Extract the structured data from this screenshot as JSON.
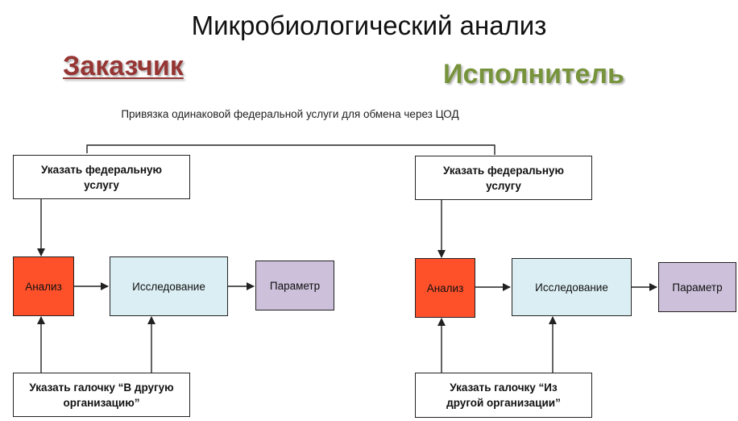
{
  "title": "Микробиологический анализ",
  "customer": {
    "label": "Заказчик",
    "color": "#963634"
  },
  "contractor": {
    "label": "Исполнитель",
    "color": "#77933c"
  },
  "note": "Привязка одинаковой федеральной услуги для обмена через ЦОД",
  "colors": {
    "analysis": "#fe512a",
    "research": "#daeef3",
    "parameter": "#ccc0da",
    "line": "#222222"
  },
  "left": {
    "service": "Указать федеральную услугу",
    "analysis": "Анализ",
    "research": "Исследование",
    "parameter": "Параметр",
    "checkbox": "Указать галочку “В другую организацию”"
  },
  "right": {
    "service": "Указать федеральную услугу",
    "analysis": "Анализ",
    "research": "Исследование",
    "parameter": "Параметр",
    "checkbox": "Указать галочку “Из другой организации”"
  }
}
